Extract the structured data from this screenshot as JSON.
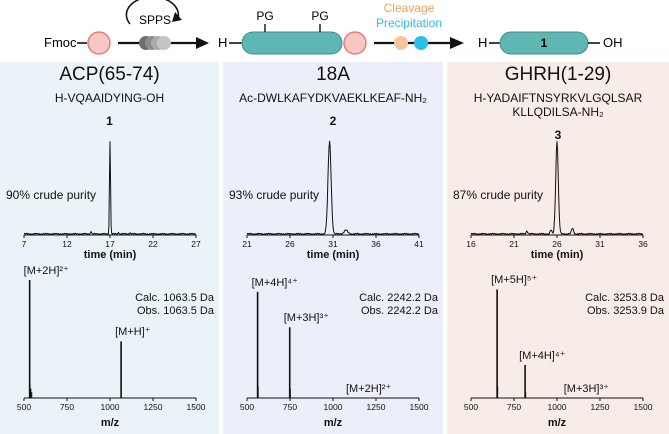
{
  "scheme": {
    "fmoc": "Fmoc",
    "spps": "SPPS",
    "h_left": "H",
    "pg_1": "PG",
    "pg_2": "PG",
    "cleavage": "Cleavage",
    "precipitation": "Precipitation",
    "h_right": "H",
    "product_number": "1",
    "oh": "OH",
    "colors": {
      "bead": "#f2a5a0",
      "peptide": "#5fb7b4",
      "cleavage_dot": "#f5c59a",
      "precip_dot": "#2cc0e8",
      "cleavage_text": "#f0a060",
      "precip_text": "#2cc0e8"
    }
  },
  "panels": [
    {
      "title": "ACP(65-74)",
      "sequence": "H-VQAAIDYING-OH",
      "compound": "1",
      "purity": "90% crude purity",
      "calc": "Calc. 1063.5 Da",
      "obs": "Obs. 1063.5 Da",
      "bg": "#eaf4f8",
      "time_xlabel": "time (min)",
      "mz_xlabel": "m/z"
    },
    {
      "title": "18A",
      "sequence": "Ac-DWLKAFYDKVAEKLKEAF-NH₂",
      "compound": "2",
      "purity": "93% crude purity",
      "calc": "Calc. 2242.2 Da",
      "obs": "Obs. 2242.2 Da",
      "bg": "#eceff9",
      "time_xlabel": "time (min)",
      "mz_xlabel": "m/z"
    },
    {
      "title": "GHRH(1-29)",
      "sequence": "H-YADAIFTNSYRKVLGQLSAR\nKLLQDILSA-NH₂",
      "compound": "3",
      "purity": "87% crude purity",
      "calc": "Calc. 3253.8 Da",
      "obs": "Obs. 3253.9 Da",
      "bg": "#f8ece8",
      "time_xlabel": "time (min)",
      "mz_xlabel": "m/z"
    }
  ],
  "chart_data": [
    {
      "type": "line",
      "panel": 0,
      "kind": "hplc",
      "xlabel": "time (min)",
      "xticks": [
        7,
        12,
        17,
        22,
        27
      ],
      "xlim": [
        7,
        27
      ],
      "peaks": [
        {
          "x": 17.0,
          "h": 1.0,
          "w": 0.06
        },
        {
          "x": 14.8,
          "h": 0.03,
          "w": 0.05
        },
        {
          "x": 18.0,
          "h": 0.02,
          "w": 0.05
        },
        {
          "x": 19.3,
          "h": 0.015,
          "w": 0.05
        }
      ]
    },
    {
      "type": "line",
      "panel": 1,
      "kind": "hplc",
      "xlabel": "time (min)",
      "xticks": [
        21,
        26,
        31,
        36,
        41
      ],
      "xlim": [
        21,
        41
      ],
      "peaks": [
        {
          "x": 30.6,
          "h": 1.0,
          "w": 0.18
        },
        {
          "x": 32.5,
          "h": 0.04,
          "w": 0.2
        }
      ]
    },
    {
      "type": "line",
      "panel": 2,
      "kind": "hplc",
      "xlabel": "time (min)",
      "xticks": [
        16,
        21,
        26,
        31,
        36
      ],
      "xlim": [
        16,
        36
      ],
      "peaks": [
        {
          "x": 26.0,
          "h": 1.0,
          "w": 0.15
        },
        {
          "x": 25.3,
          "h": 0.04,
          "w": 0.1
        },
        {
          "x": 27.8,
          "h": 0.06,
          "w": 0.12
        },
        {
          "x": 22.5,
          "h": 0.03,
          "w": 0.1
        }
      ]
    },
    {
      "type": "bar",
      "panel": 0,
      "kind": "ms",
      "xlabel": "m/z",
      "xticks": [
        500,
        750,
        1000,
        1250,
        1500
      ],
      "xlim": [
        500,
        1500
      ],
      "ions": [
        {
          "label": "[M+2H]²⁺",
          "x": 532.8,
          "h": 1.0
        },
        {
          "label": "[M+H]⁺",
          "x": 1064.5,
          "h": 0.48
        }
      ],
      "minor": [
        [
          535,
          0.12
        ],
        [
          540,
          0.08
        ],
        [
          545,
          0.05
        ]
      ]
    },
    {
      "type": "bar",
      "panel": 1,
      "kind": "ms",
      "xlabel": "m/z",
      "xticks": [
        500,
        750,
        1000,
        1250,
        1500
      ],
      "xlim": [
        500,
        1500
      ],
      "ions": [
        {
          "label": "[M+4H]⁴⁺",
          "x": 561.6,
          "h": 0.9
        },
        {
          "label": "[M+3H]³⁺",
          "x": 748.4,
          "h": 0.6
        },
        {
          "label": "[M+2H]²⁺",
          "x": 1122.1,
          "h": 0.0
        }
      ],
      "minor": [
        [
          565,
          0.1
        ],
        [
          752,
          0.08
        ]
      ]
    },
    {
      "type": "bar",
      "panel": 2,
      "kind": "ms",
      "xlabel": "m/z",
      "xticks": [
        500,
        750,
        1000,
        1250,
        1500
      ],
      "xlim": [
        500,
        1500
      ],
      "ions": [
        {
          "label": "[M+5H]⁵⁺",
          "x": 651.8,
          "h": 0.92
        },
        {
          "label": "[M+4H]⁴⁺",
          "x": 814.5,
          "h": 0.28
        },
        {
          "label": "[M+3H]³⁺",
          "x": 1085.6,
          "h": 0.0
        }
      ],
      "minor": [
        [
          655,
          0.1
        ],
        [
          818,
          0.05
        ]
      ]
    }
  ]
}
